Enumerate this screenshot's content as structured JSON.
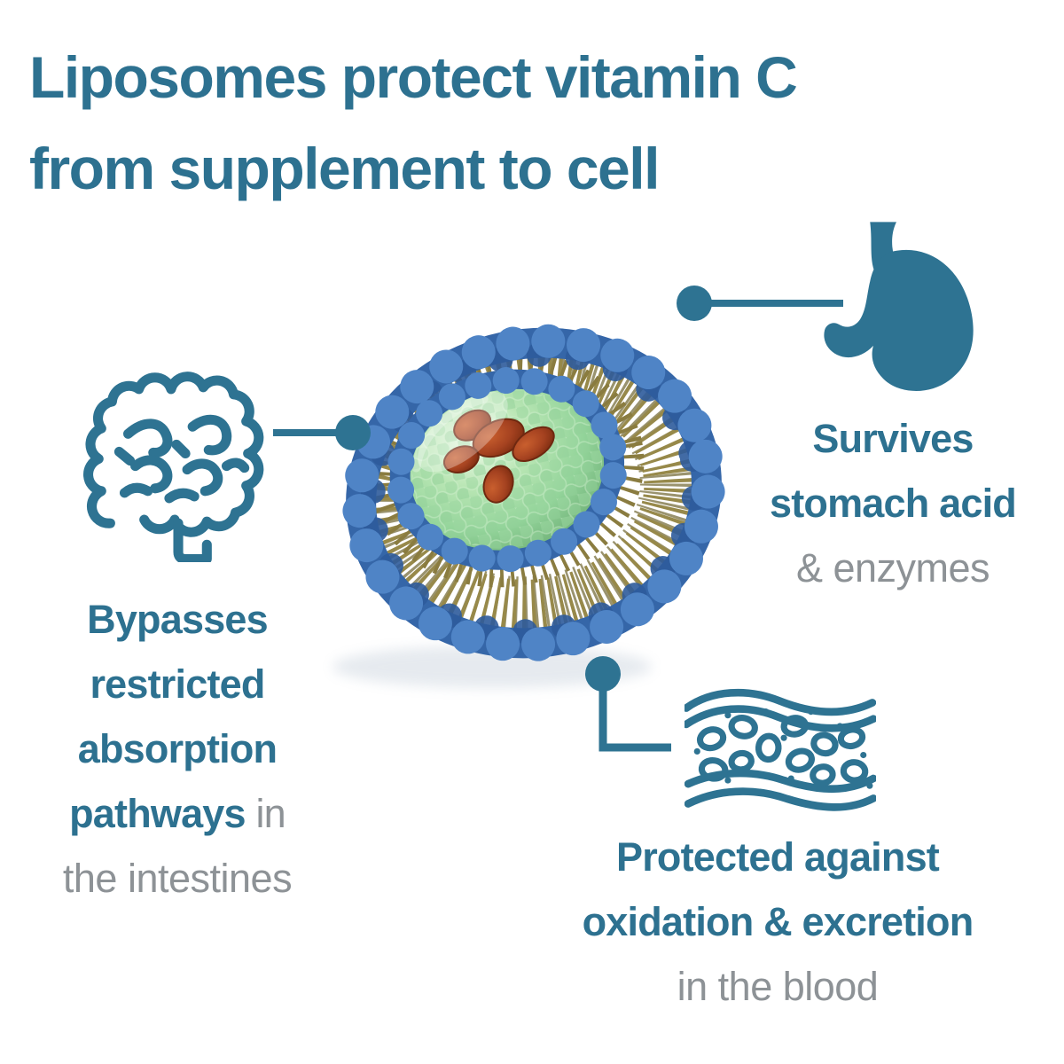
{
  "title": {
    "line1": "Liposomes protect vitamin C",
    "line2": "from supplement to cell"
  },
  "callouts": {
    "stomach": {
      "icon": "stomach-icon",
      "bold_lines": [
        "Survives",
        "stomach acid"
      ],
      "regular_line": "& enzymes"
    },
    "intestines": {
      "icon": "intestines-icon",
      "bold_lines": [
        "Bypasses",
        "restricted",
        "absorption"
      ],
      "mixed_line": {
        "bold": "pathways",
        "regular": " in"
      },
      "regular_line": "the intestines"
    },
    "blood": {
      "icon": "blood-vessel-icon",
      "bold_lines": [
        "Protected against",
        "oxidation & excretion"
      ],
      "regular_line": "in the blood"
    }
  },
  "diagram": {
    "subject": "liposome cross-section protecting vitamin C",
    "colors": {
      "teal_text": "#2d7190",
      "teal_icon": "#2e7392",
      "gray_text": "#8d9296",
      "bead_blue": "#4f84c6",
      "bead_blue_dark": "#3566a8",
      "lipid_tail_olive": "#97894a",
      "core_green": "#93d49a",
      "vitamin_c_red": "#a5421f",
      "background": "#ffffff"
    }
  }
}
